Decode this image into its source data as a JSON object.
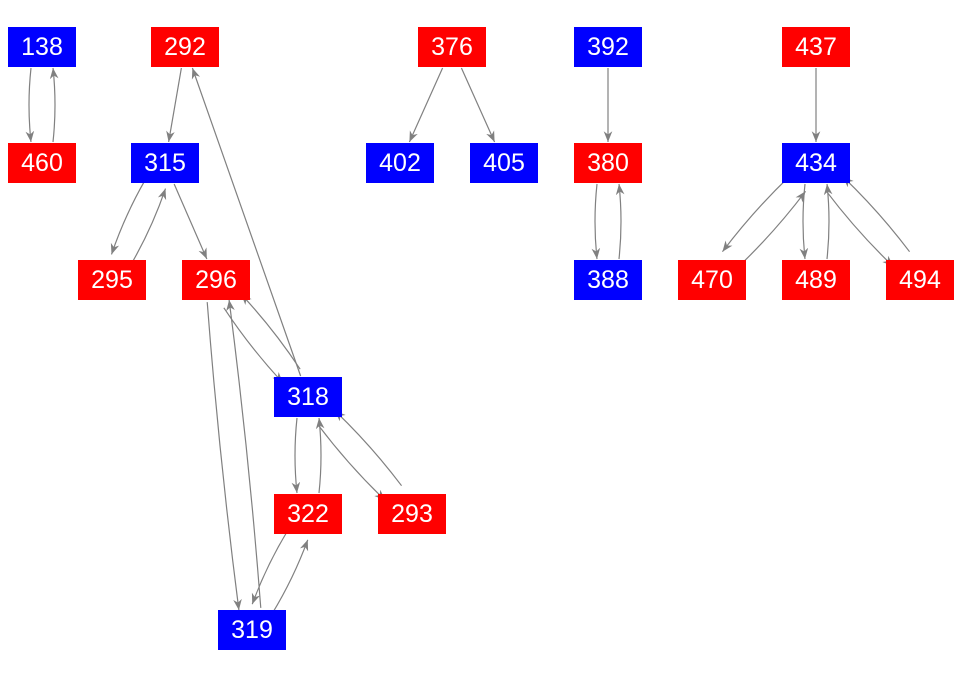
{
  "colors": {
    "red": "#ff0000",
    "blue": "#0000ff",
    "edge": "#808080"
  },
  "nodes": [
    {
      "id": "138",
      "label": "138",
      "color": "blue"
    },
    {
      "id": "460",
      "label": "460",
      "color": "red"
    },
    {
      "id": "292",
      "label": "292",
      "color": "red"
    },
    {
      "id": "315",
      "label": "315",
      "color": "blue"
    },
    {
      "id": "295",
      "label": "295",
      "color": "red"
    },
    {
      "id": "296",
      "label": "296",
      "color": "red"
    },
    {
      "id": "318",
      "label": "318",
      "color": "blue"
    },
    {
      "id": "322",
      "label": "322",
      "color": "red"
    },
    {
      "id": "293",
      "label": "293",
      "color": "red"
    },
    {
      "id": "319",
      "label": "319",
      "color": "blue"
    },
    {
      "id": "376",
      "label": "376",
      "color": "red"
    },
    {
      "id": "402",
      "label": "402",
      "color": "blue"
    },
    {
      "id": "405",
      "label": "405",
      "color": "blue"
    },
    {
      "id": "392",
      "label": "392",
      "color": "blue"
    },
    {
      "id": "380",
      "label": "380",
      "color": "red"
    },
    {
      "id": "388",
      "label": "388",
      "color": "blue"
    },
    {
      "id": "437",
      "label": "437",
      "color": "red"
    },
    {
      "id": "434",
      "label": "434",
      "color": "blue"
    },
    {
      "id": "470",
      "label": "470",
      "color": "red"
    },
    {
      "id": "489",
      "label": "489",
      "color": "red"
    },
    {
      "id": "494",
      "label": "494",
      "color": "red"
    }
  ],
  "edges": [
    [
      "138",
      "460"
    ],
    [
      "460",
      "138"
    ],
    [
      "292",
      "315"
    ],
    [
      "315",
      "295"
    ],
    [
      "295",
      "315"
    ],
    [
      "315",
      "296"
    ],
    [
      "318",
      "292"
    ],
    [
      "296",
      "318"
    ],
    [
      "318",
      "296"
    ],
    [
      "296",
      "319"
    ],
    [
      "319",
      "296"
    ],
    [
      "318",
      "322"
    ],
    [
      "322",
      "318"
    ],
    [
      "318",
      "293"
    ],
    [
      "293",
      "318"
    ],
    [
      "322",
      "319"
    ],
    [
      "319",
      "322"
    ],
    [
      "376",
      "402"
    ],
    [
      "376",
      "405"
    ],
    [
      "392",
      "380"
    ],
    [
      "380",
      "388"
    ],
    [
      "388",
      "380"
    ],
    [
      "437",
      "434"
    ],
    [
      "434",
      "470"
    ],
    [
      "470",
      "434"
    ],
    [
      "434",
      "489"
    ],
    [
      "489",
      "434"
    ],
    [
      "434",
      "494"
    ],
    [
      "494",
      "434"
    ]
  ]
}
